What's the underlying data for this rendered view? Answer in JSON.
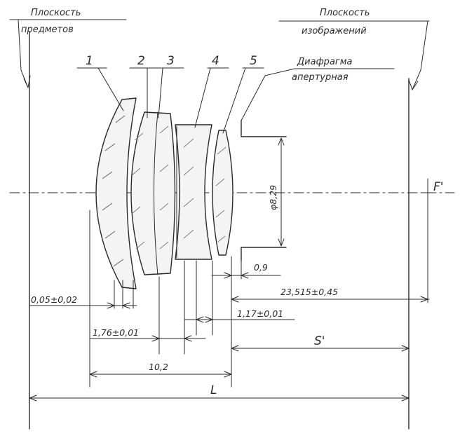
{
  "labels": {
    "object_plane_line1": "Плоскость",
    "object_plane_line2": "предметов",
    "image_plane_line1": "Плоскость",
    "image_plane_line2": "изображений",
    "aperture_line1": "Диафрагма",
    "aperture_line2": "апертурная",
    "focal_point": "F'"
  },
  "lens_numbers": [
    "1",
    "2",
    "3",
    "4",
    "5"
  ],
  "dimensions": {
    "aperture_diameter": "φ8,29",
    "stop_gap": "0,9",
    "back_length": "23,515±0,45",
    "air_gap_first": "0,05±0,02",
    "gap_second": "1,17±0,01",
    "thickness": "1,76±0,01",
    "back_focal": "S'",
    "lens_length": "10,2",
    "total_length": "L"
  }
}
